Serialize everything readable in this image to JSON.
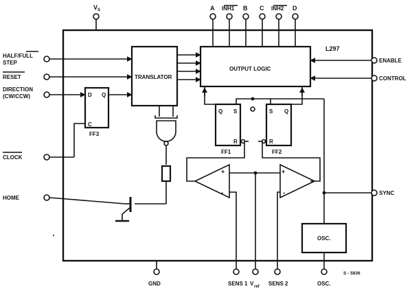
{
  "chip": {
    "part_number": "L297",
    "figure_code": "S - 5836"
  },
  "pins": {
    "vs": "V",
    "vs_sub": "S",
    "a": "A",
    "inh1": "INH1",
    "b": "B",
    "c": "C",
    "inh2": "INH2",
    "d": "D",
    "half_full_step_line1": "HALF/FULL",
    "half_full_step_line2": "STEP",
    "reset": "RESET",
    "direction_line1": "DIRECTION",
    "direction_line2": "(CW/CCW)",
    "clock": "CLOCK",
    "home": "HOME",
    "enable": "ENABLE",
    "control": "CONTROL",
    "sync": "SYNC",
    "gnd": "GND",
    "sens1": "SENS 1",
    "vref": "V",
    "vref_sub": "ref",
    "sens2": "SENS 2",
    "osc": "OSC."
  },
  "blocks": {
    "translator": "TRANSLATOR",
    "output_logic": "OUTPUT LOGIC",
    "oscillator": "OSC.",
    "ff1": {
      "name": "FF1",
      "q": "Q",
      "s": "S",
      "r": "R"
    },
    "ff2": {
      "name": "FF2",
      "s": "S",
      "q": "Q",
      "r": "R"
    },
    "ff3": {
      "name": "FF3",
      "d": "D",
      "q": "Q",
      "c": "C"
    },
    "comparator_plus": "+",
    "comparator_minus": "-"
  }
}
